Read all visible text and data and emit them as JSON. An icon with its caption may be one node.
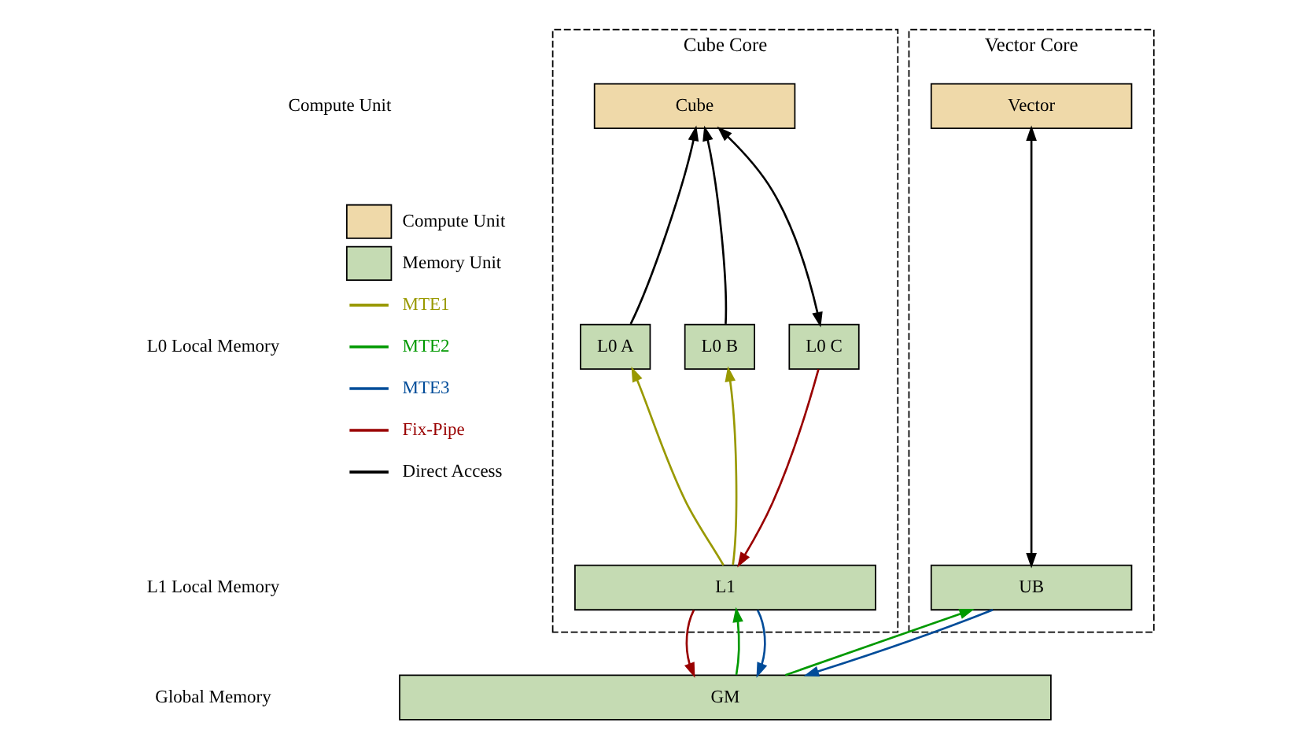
{
  "diagram": {
    "nodes": [
      {
        "text": [
          "Cube Core"
        ]
      },
      {
        "text": [
          "Vector Core"
        ]
      },
      {
        "text": [
          "Cube"
        ],
        "in": 0
      },
      {
        "text": [
          "L0 A"
        ],
        "in": 0
      },
      {
        "text": [
          "L0 B"
        ],
        "in": 0
      },
      {
        "text": [
          "L0 C"
        ],
        "in": 0
      },
      {
        "text": [
          "L1"
        ],
        "in": 0
      },
      {
        "text": [
          "Vector"
        ],
        "in": 1
      },
      {
        "text": [
          "UB"
        ],
        "in": 1
      },
      {
        "text": [
          "GM"
        ]
      }
    ],
    "edges": [
      {
        "from": 3,
        "to": 2,
        "arrow": "to"
      },
      {
        "from": 4,
        "to": 2,
        "arrow": "to"
      },
      {
        "from": 2,
        "to": 5,
        "arrow": "both"
      },
      {
        "from": 6,
        "to": 3,
        "arrow": "to",
        "color": "#999900"
      },
      {
        "from": 6,
        "to": 4,
        "arrow": "to",
        "color": "#999900"
      },
      {
        "from": 5,
        "to": 6,
        "arrow": "to",
        "color": "#990000"
      },
      {
        "from": 6,
        "to": 9,
        "arrow": "to",
        "color": "#990000"
      },
      {
        "from": 9,
        "to": 6,
        "arrow": "to",
        "color": "#009900"
      },
      {
        "from": 6,
        "to": 9,
        "arrow": "to",
        "color": "#004c99"
      },
      {
        "from": 7,
        "to": 8,
        "arrow": "both"
      },
      {
        "from": 9,
        "to": 8,
        "arrow": "to",
        "color": "#009900"
      },
      {
        "from": 8,
        "to": 9,
        "arrow": "to",
        "color": "#004c99"
      }
    ],
    "labels": [
      "Compute Unit",
      "L0 Local Memory",
      "L1 Local Memory",
      "Global Memory"
    ],
    "legend": [
      {
        "text": "Compute Unit",
        "color": "#efd9a9"
      },
      {
        "text": "Memory Unit",
        "color": "#c5dbb3"
      },
      {
        "text": "MTE1"
      },
      {
        "text": "MTE2"
      },
      {
        "text": "MTE3"
      },
      {
        "text": "Fix-Pipe"
      },
      {
        "text": "Direct Access"
      }
    ]
  }
}
